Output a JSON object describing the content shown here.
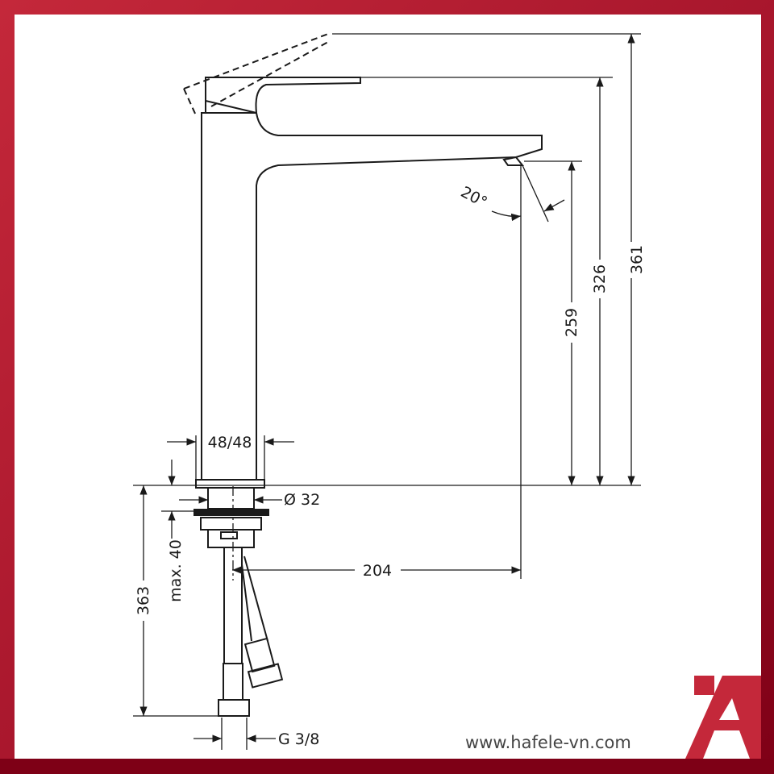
{
  "dimensions": {
    "total_height": "361",
    "handle_height": "326",
    "spout_height": "259",
    "body_width": "48/48",
    "shank_diameter": "Ø 32",
    "spout_reach": "204",
    "spout_angle": "20°",
    "max_thickness": "max. 40",
    "hose_length": "363",
    "connection": "G 3/8"
  },
  "footer": {
    "website": "www.hafele-vn.com",
    "logo": "Häfele"
  },
  "colors": {
    "brand_red": "#c4283a",
    "border_dark": "#7e0016"
  }
}
